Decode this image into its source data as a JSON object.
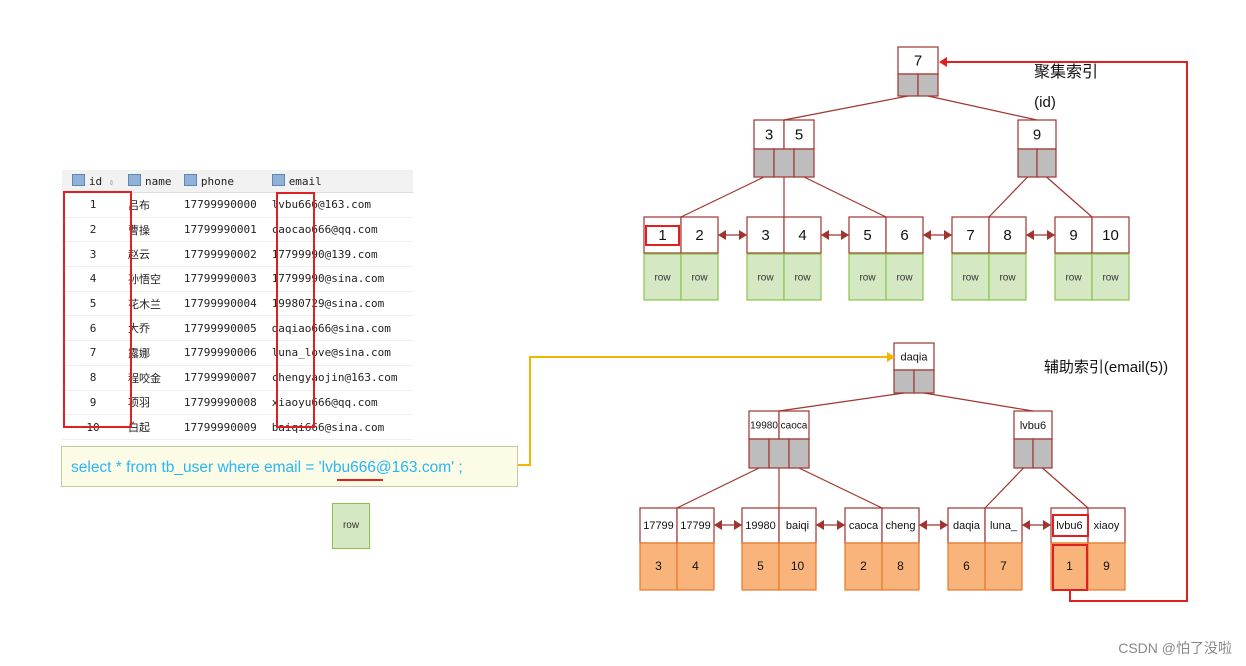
{
  "table": {
    "headers": [
      "id",
      "name",
      "phone",
      "email"
    ],
    "sort_indicator": "⇕",
    "rows": [
      [
        "1",
        "吕布",
        "17799990000",
        "lvbu666@163.com"
      ],
      [
        "2",
        "曹操",
        "17799990001",
        "caocao666@qq.com"
      ],
      [
        "3",
        "赵云",
        "17799990002",
        "17799990@139.com"
      ],
      [
        "4",
        "孙悟空",
        "17799990003",
        "17799990@sina.com"
      ],
      [
        "5",
        "花木兰",
        "17799990004",
        "19980729@sina.com"
      ],
      [
        "6",
        "大乔",
        "17799990005",
        "daqiao666@sina.com"
      ],
      [
        "7",
        "露娜",
        "17799990006",
        "luna_love@sina.com"
      ],
      [
        "8",
        "程咬金",
        "17799990007",
        "chengyaojin@163.com"
      ],
      [
        "9",
        "项羽",
        "17799990008",
        "xiaoyu666@qq.com"
      ],
      [
        "10",
        "白起",
        "17799990009",
        "baiqi666@sina.com"
      ]
    ]
  },
  "sql": "select * from tb_user where email = 'lvbu666@163.com' ;",
  "row_label": "row",
  "clustered": {
    "title": "聚集索引",
    "subtitle": "(id)",
    "root": [
      "7"
    ],
    "internal": [
      [
        "3",
        "5"
      ],
      [
        "9"
      ]
    ],
    "leaves": [
      [
        "1",
        "2"
      ],
      [
        "3",
        "4"
      ],
      [
        "5",
        "6"
      ],
      [
        "7",
        "8"
      ],
      [
        "9",
        "10"
      ]
    ]
  },
  "secondary": {
    "title": "辅助索引(email(5))",
    "root": [
      "daqia"
    ],
    "internal": [
      [
        "19980",
        "caoca"
      ],
      [
        "lvbu6"
      ]
    ],
    "leaves": [
      {
        "keys": [
          "17799",
          "17799"
        ],
        "ids": [
          "3",
          "4"
        ]
      },
      {
        "keys": [
          "19980",
          "baiqi"
        ],
        "ids": [
          "5",
          "10"
        ]
      },
      {
        "keys": [
          "caoca",
          "cheng"
        ],
        "ids": [
          "2",
          "8"
        ]
      },
      {
        "keys": [
          "daqia",
          "luna_"
        ],
        "ids": [
          "6",
          "7"
        ]
      },
      {
        "keys": [
          "lvbu6",
          "xiaoy"
        ],
        "ids": [
          "1",
          "9"
        ]
      }
    ]
  },
  "colors": {
    "node_border": "#a0342e",
    "pointer_gray": "#bdbdbd",
    "row_green": "#d5e8c4",
    "row_green_border": "#8bc34a",
    "id_orange": "#f8b47a",
    "id_orange_border": "#e8782a",
    "highlight_red": "#e02020",
    "sql_link": "#f4b400"
  },
  "watermark": "CSDN @怕了没啦"
}
